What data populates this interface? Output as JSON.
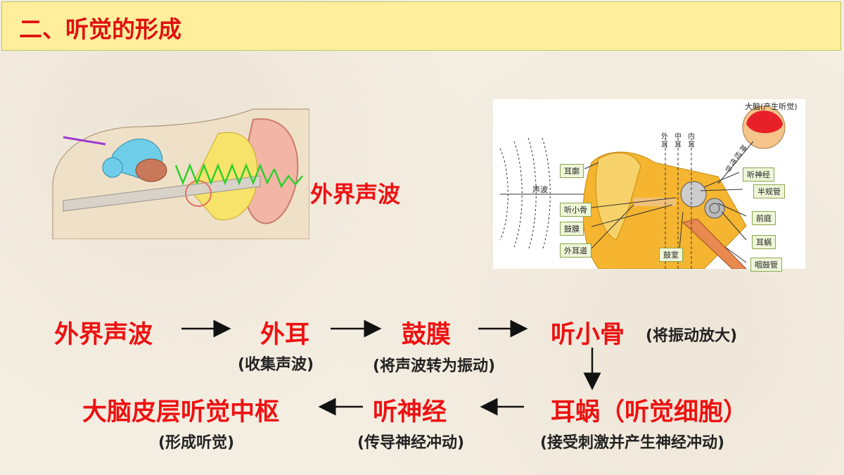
{
  "header": {
    "title": "二、听觉的形成"
  },
  "ear_left": {
    "label": "外界声波"
  },
  "ear_right": {
    "brain": "大脑(产生听觉)",
    "nerve_vertical": "神经传导",
    "outer": "外耳",
    "middle": "中耳",
    "inner": "内耳",
    "sound": "声波",
    "labels_left": [
      "耳廓",
      "听小骨",
      "鼓膜",
      "外耳道"
    ],
    "bottom": "鼓室",
    "labels_right": [
      "听神经",
      "半规管",
      "前庭",
      "耳蜗",
      "咽鼓管"
    ]
  },
  "flow": {
    "s1": "外界声波",
    "s2": "外耳",
    "s2_note": "(收集声波)",
    "s3": "鼓膜",
    "s3_note": "(将声波转为振动)",
    "s4": "听小骨",
    "s4_note": "(将振动放大)",
    "s5": "耳蜗（听觉细胞）",
    "s5_note": "(接受刺激并产生神经冲动)",
    "s6": "听神经",
    "s6_note": "(传导神经冲动)",
    "s7": "大脑皮层听觉中枢",
    "s7_note": "(形成听觉)"
  }
}
